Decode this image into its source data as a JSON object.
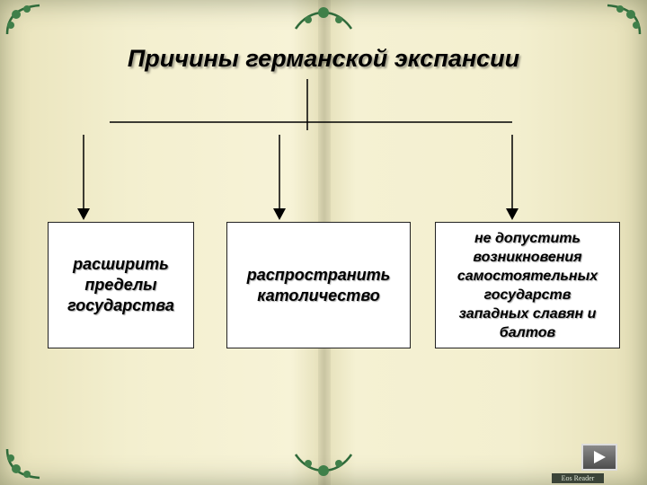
{
  "title": "Причины германской экспансии",
  "diagram": {
    "boxes": [
      {
        "lines": [
          "расширить",
          "пределы",
          "государства"
        ]
      },
      {
        "lines": [
          "распространить",
          "католичество"
        ]
      },
      {
        "lines": [
          "не допустить",
          "возникновения",
          "самостоятельных",
          "государств",
          "западных славян и",
          "балтов"
        ]
      }
    ]
  },
  "navigation": {
    "next_icon": "play-triangle-icon"
  },
  "watermark": "Eos Reader",
  "colors": {
    "background": "#f5f1d3",
    "ornament": "#2f6a3a",
    "box_border": "#222222"
  }
}
